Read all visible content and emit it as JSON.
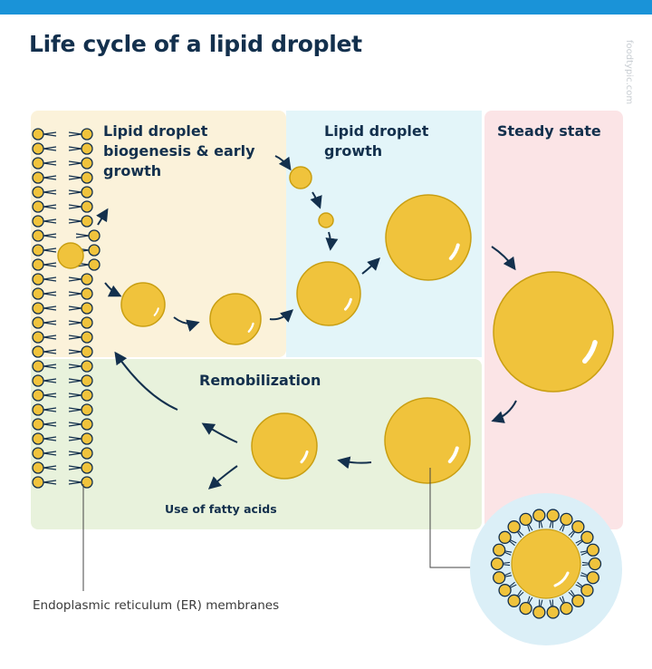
{
  "title": "Life cycle of a lipid droplet",
  "watermark": "foodtypic.com",
  "panels": {
    "biogenesis": "Lipid droplet biogenesis & early growth",
    "growth": "Lipid droplet growth",
    "steady_state": "Steady state",
    "remobilization": "Remobilization"
  },
  "labels": {
    "use_fatty_acids": "Use of fatty acids",
    "er_membranes": "Endoplasmic reticulum (ER) membranes"
  },
  "colors": {
    "droplet_fill": "#f0c33c",
    "droplet_stroke": "#c99f12",
    "membrane_head": "#f0c33c",
    "membrane_stroke": "#13304d",
    "panel_biogenesis": "#fbf2da",
    "panel_growth": "#e3f5f9",
    "panel_steady": "#fbe4e6",
    "panel_remobilization": "#e8f2dc",
    "title_text": "#13304d",
    "top_bar": "#1a93d8"
  }
}
